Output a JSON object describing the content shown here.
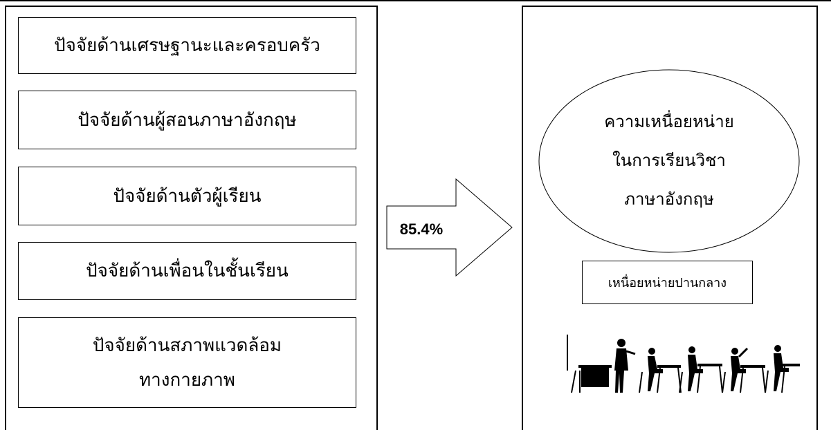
{
  "factors": [
    {
      "lines": [
        "ปัจจัยด้านเศรษฐานะและครอบครัว"
      ]
    },
    {
      "lines": [
        "ปัจจัยด้านผู้สอนภาษาอังกฤษ"
      ]
    },
    {
      "lines": [
        "ปัจจัยด้านตัวผู้เรียน"
      ]
    },
    {
      "lines": [
        "ปัจจัยด้านเพื่อนในชั้นเรียน"
      ]
    },
    {
      "lines": [
        "ปัจจัยด้านสภาพแวดล้อม",
        "ทางกายภาพ"
      ]
    }
  ],
  "arrow": {
    "label": "85.4%"
  },
  "outcome": {
    "lines": [
      "ความเหนื่อยหน่าย",
      "ในการเรียนวิชา",
      "ภาษาอังกฤษ"
    ],
    "level": "เหนื่อยหน่ายปานกลาง"
  },
  "image": {
    "icon": "classroom-silhouette-icon"
  }
}
